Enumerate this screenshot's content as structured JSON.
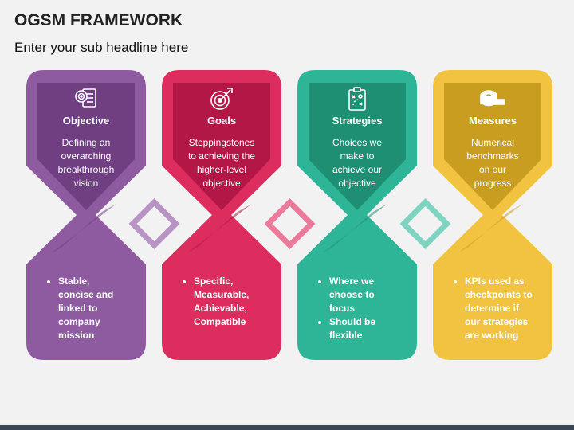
{
  "header": {
    "title": "OGSM FRAMEWORK",
    "subtitle": "Enter your sub headline here"
  },
  "columns": [
    {
      "key": "objective",
      "title": "Objective",
      "description": "Defining an overarching breakthrough vision",
      "description_lines": [
        "Defining an",
        "overarching",
        "breakthrough",
        "vision"
      ],
      "bullets": [
        "Stable, concise and linked to company mission"
      ],
      "bullet_lines": [
        [
          "Stable,",
          "concise and",
          "linked to",
          "company",
          "mission"
        ]
      ],
      "icon": "target-board-icon",
      "color_outer": "#8e5ba0",
      "color_inner": "#6f3f82"
    },
    {
      "key": "goals",
      "title": "Goals",
      "description": "Steppingstones to achieving the higher-level objective",
      "description_lines": [
        "Steppingstones",
        "to achieving the",
        "higher-level",
        "objective"
      ],
      "bullets": [
        "Specific, Measurable, Achievable, Compatible"
      ],
      "bullet_lines": [
        [
          "Specific,",
          "Measurable,",
          "Achievable,",
          "Compatible"
        ]
      ],
      "icon": "bullseye-arrow-icon",
      "color_outer": "#dc2d5e",
      "color_inner": "#b31746"
    },
    {
      "key": "strategies",
      "title": "Strategies",
      "description": "Choices we make to achieve our objective",
      "description_lines": [
        "Choices we",
        "make to",
        "achieve our",
        "objective"
      ],
      "bullets": [
        "Where we choose to focus",
        "Should be flexible"
      ],
      "bullet_lines": [
        [
          "Where we",
          "choose to",
          "focus"
        ],
        [
          "Should be",
          "flexible"
        ]
      ],
      "icon": "strategy-clipboard-icon",
      "color_outer": "#2eb496",
      "color_inner": "#1f8f74"
    },
    {
      "key": "measures",
      "title": "Measures",
      "description": "Numerical benchmarks on our progress",
      "description_lines": [
        "Numerical",
        "benchmarks",
        "on our",
        "progress"
      ],
      "bullets": [
        "KPIs used as checkpoints to determine if our strategies are working"
      ],
      "bullet_lines": [
        [
          "KPIs used as",
          "checkpoints to",
          "determine if",
          "our strategies",
          "are working"
        ]
      ],
      "icon": "measuring-tape-icon",
      "color_outer": "#f2c341",
      "color_inner": "#c99d20"
    }
  ],
  "connectors": [
    {
      "color": "#b794c4"
    },
    {
      "color": "#ec7a9b"
    },
    {
      "color": "#7fd3c1"
    }
  ]
}
